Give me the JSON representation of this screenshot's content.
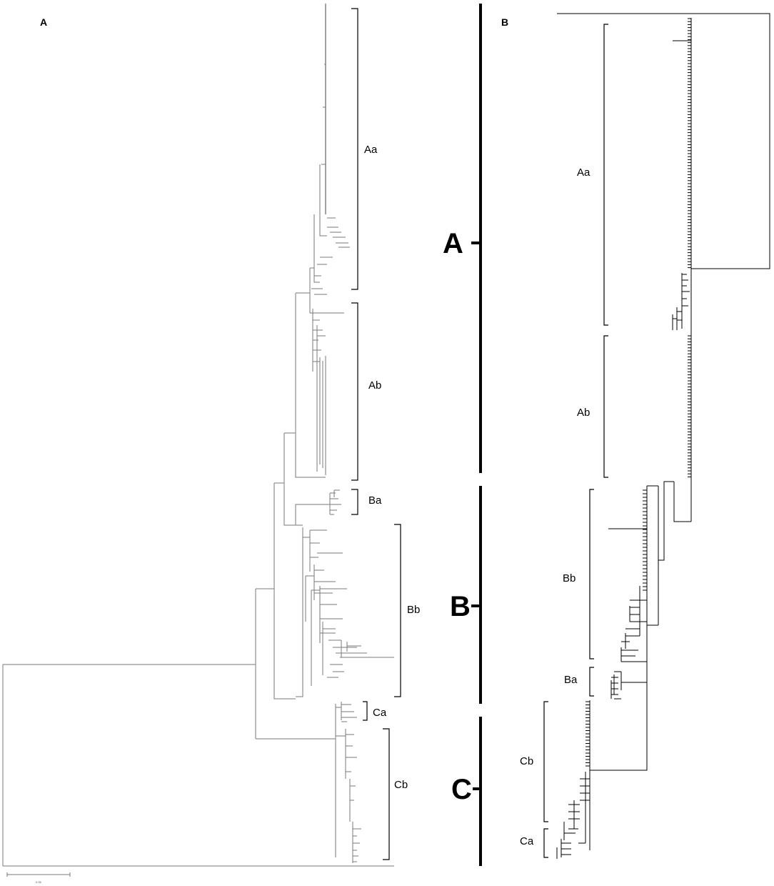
{
  "panels": [
    {
      "id": "A",
      "label": "A"
    },
    {
      "id": "B",
      "label": "B"
    }
  ],
  "panel_a": {
    "clades": [
      "Aa",
      "Ab",
      "Ba",
      "Bb",
      "Ca",
      "Cb"
    ],
    "scale_bar_label": "0.05"
  },
  "panel_b": {
    "clades": [
      "Aa",
      "Ab",
      "Bb",
      "Ba",
      "Cb",
      "Ca"
    ],
    "groups": [
      "A",
      "B",
      "C"
    ]
  },
  "colors": {
    "line": "#000000",
    "branch_light": "#8a8a8a"
  }
}
